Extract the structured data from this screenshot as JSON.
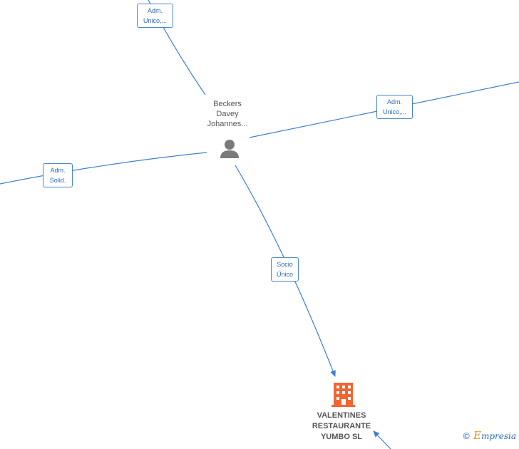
{
  "nodes": {
    "person": {
      "label": "Beckers\nDavey\nJohannes...",
      "icon": "person-icon"
    },
    "company": {
      "label": "VALENTINES\nRESTAURANTE\nYUMBO  SL",
      "icon": "building-icon"
    }
  },
  "edges": {
    "top": {
      "label": "Adm.\nUnico,..."
    },
    "right": {
      "label": "Adm.\nUnico,..."
    },
    "left": {
      "label": "Adm.\nSolid."
    },
    "socio": {
      "label": "Socio\nÚnico"
    }
  },
  "brand": {
    "copyright": "©",
    "name_first": "E",
    "name_rest": "mpresia"
  },
  "colors": {
    "edge": "#3d7fcf",
    "person_icon": "#7a7a7a",
    "company_icon": "#f26532",
    "brand_accent": "#f28c1a"
  }
}
